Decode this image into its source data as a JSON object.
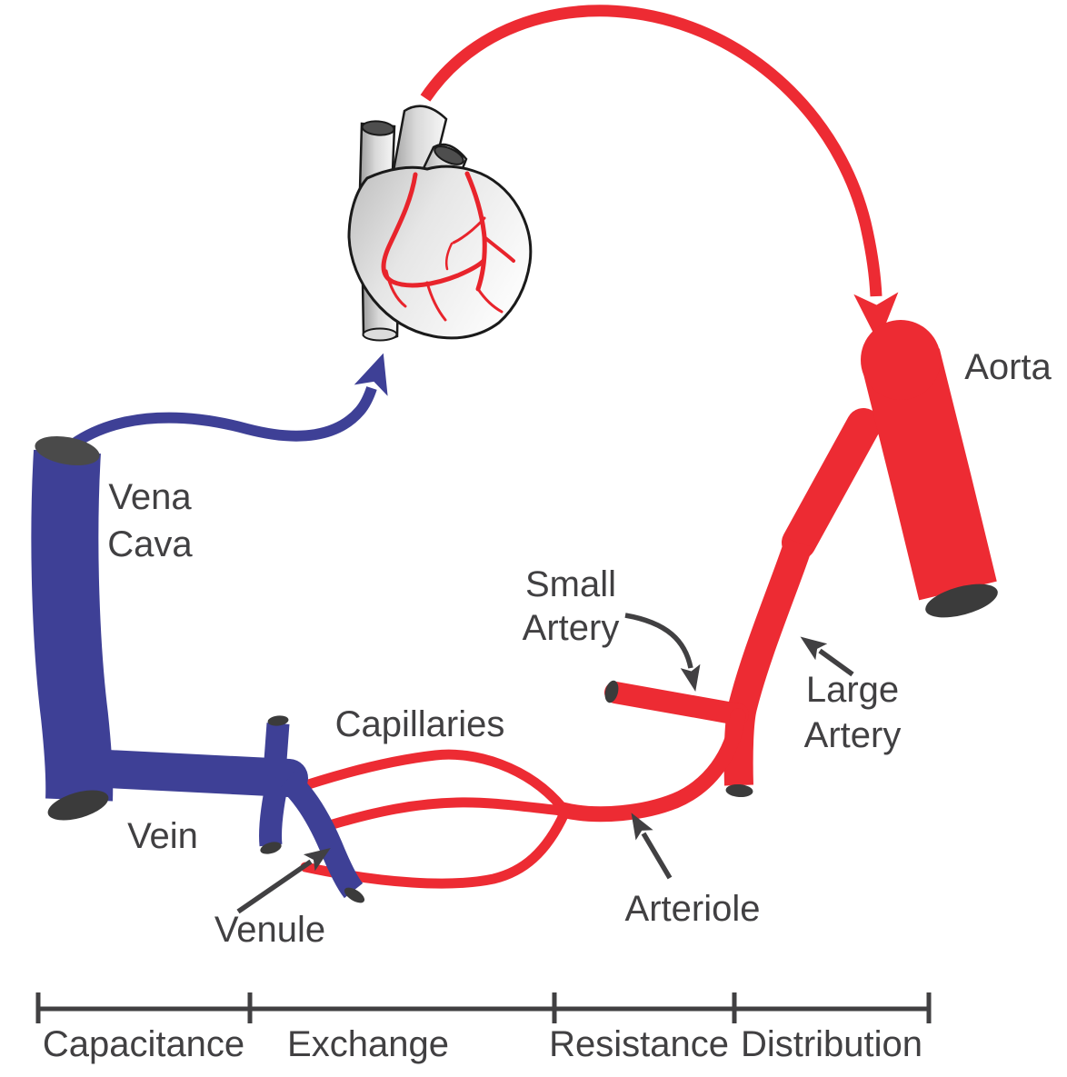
{
  "diagram": {
    "labels": {
      "aorta": "Aorta",
      "vena_cava": [
        "Vena",
        "Cava"
      ],
      "small_artery": [
        "Small",
        "Artery"
      ],
      "large_artery": [
        "Large",
        "Artery"
      ],
      "capillaries": "Capillaries",
      "vein": "Vein",
      "venule": "Venule",
      "arteriole": "Arteriole"
    },
    "axis": {
      "segments": [
        "Capacitance",
        "Exchange",
        "Resistance",
        "Distribution"
      ]
    },
    "colors": {
      "artery_red": "#ED2B33",
      "vein_blue": "#3E4096",
      "label_gray": "#414042",
      "vessel_opening_dark": "#3B3B3B"
    }
  }
}
